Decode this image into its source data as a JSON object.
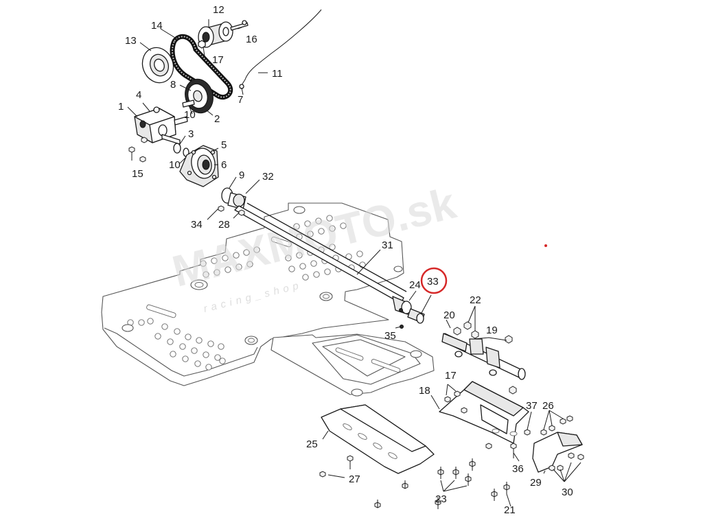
{
  "watermark": {
    "brand": "MAXMOTO.sk",
    "tagline": "racing_shop"
  },
  "highlight": {
    "part": "33",
    "color": "#d62828"
  },
  "callouts": {
    "c1": "1",
    "c2": "2",
    "c3": "3",
    "c4": "4",
    "c5": "5",
    "c6": "6",
    "c7": "7",
    "c8": "8",
    "c9": "9",
    "c10a": "10",
    "c10b": "10",
    "c11": "11",
    "c12": "12",
    "c13": "13",
    "c14": "14",
    "c15": "15",
    "c16": "16",
    "c17a": "17",
    "c17b": "17",
    "c18": "18",
    "c19": "19",
    "c20": "20",
    "c21": "21",
    "c22": "22",
    "c23": "23",
    "c24": "24",
    "c25": "25",
    "c26": "26",
    "c27": "27",
    "c28": "28",
    "c29": "29",
    "c30": "30",
    "c31": "31",
    "c32": "32",
    "c33": "33",
    "c34": "34",
    "c35": "35",
    "c36": "36",
    "c37": "37"
  }
}
